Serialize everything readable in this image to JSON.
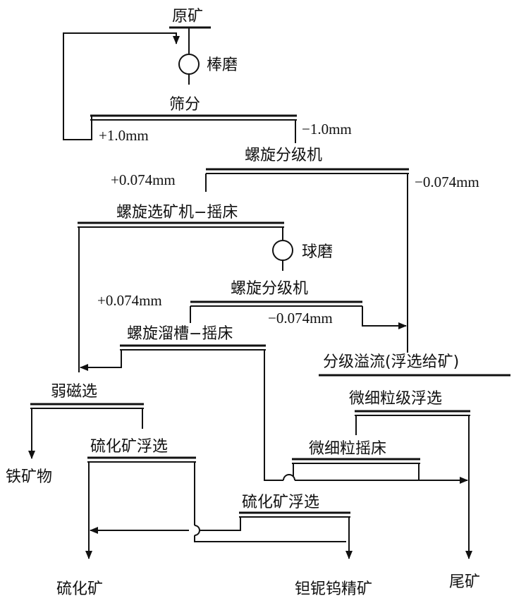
{
  "colors": {
    "ink": "#111111",
    "background": "#ffffff"
  },
  "nodes": {
    "raw_ore": "原矿",
    "rod_mill": "棒磨",
    "screening": "筛分",
    "plus_1mm": "+1.0mm",
    "minus_1mm": "−1.0mm",
    "spiral_classifier_1": "螺旋分级机",
    "plus_0074_1": "+0.074mm",
    "minus_0074_1": "−0.074mm",
    "spiral_separator_table": "螺旋选矿机−摇床",
    "ball_mill": "球磨",
    "spiral_classifier_2": "螺旋分级机",
    "plus_0074_2": "+0.074mm",
    "minus_0074_2": "−0.074mm",
    "spiral_chute_table": "螺旋溜槽−摇床",
    "classifier_overflow": "分级溢流(浮选给矿)",
    "weak_magnetic": "弱磁选",
    "fine_flotation": "微细粒级浮选",
    "iron_mineral": "铁矿物",
    "sulfide_flotation_1": "硫化矿浮选",
    "fine_table": "微细粒摇床",
    "sulfide_flotation_2": "硫化矿浮选",
    "sulfide_ore": "硫化矿",
    "ta_nb_w_concentrate": "钽铌钨精矿",
    "tailings": "尾矿"
  }
}
